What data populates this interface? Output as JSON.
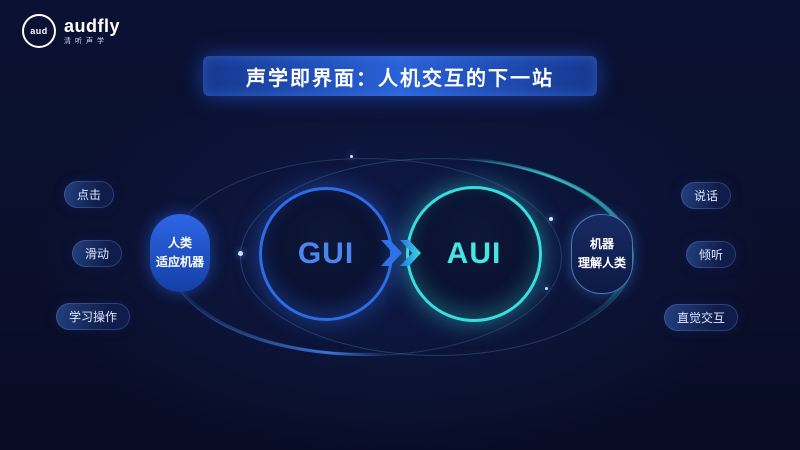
{
  "brand": {
    "logo_circle_text": "aud",
    "name": "audfly",
    "tagline": "清听声学"
  },
  "title": "声学即界面：人机交互的下一站",
  "diagram": {
    "gui_label": "GUI",
    "aui_label": "AUI",
    "left_capsule": {
      "line1": "人类",
      "line2": "适应机器"
    },
    "right_capsule": {
      "line1": "机器",
      "line2": "理解人类"
    },
    "left_pills": [
      {
        "label": "点击"
      },
      {
        "label": "滑动"
      },
      {
        "label": "学习操作"
      }
    ],
    "right_pills": [
      {
        "label": "说话"
      },
      {
        "label": "倾听"
      },
      {
        "label": "直觉交互"
      }
    ]
  },
  "colors": {
    "background": "#0a0f2c",
    "accent_blue": "#2e6ce6",
    "accent_cyan": "#37dede",
    "title_blue": "#2a62d8"
  }
}
